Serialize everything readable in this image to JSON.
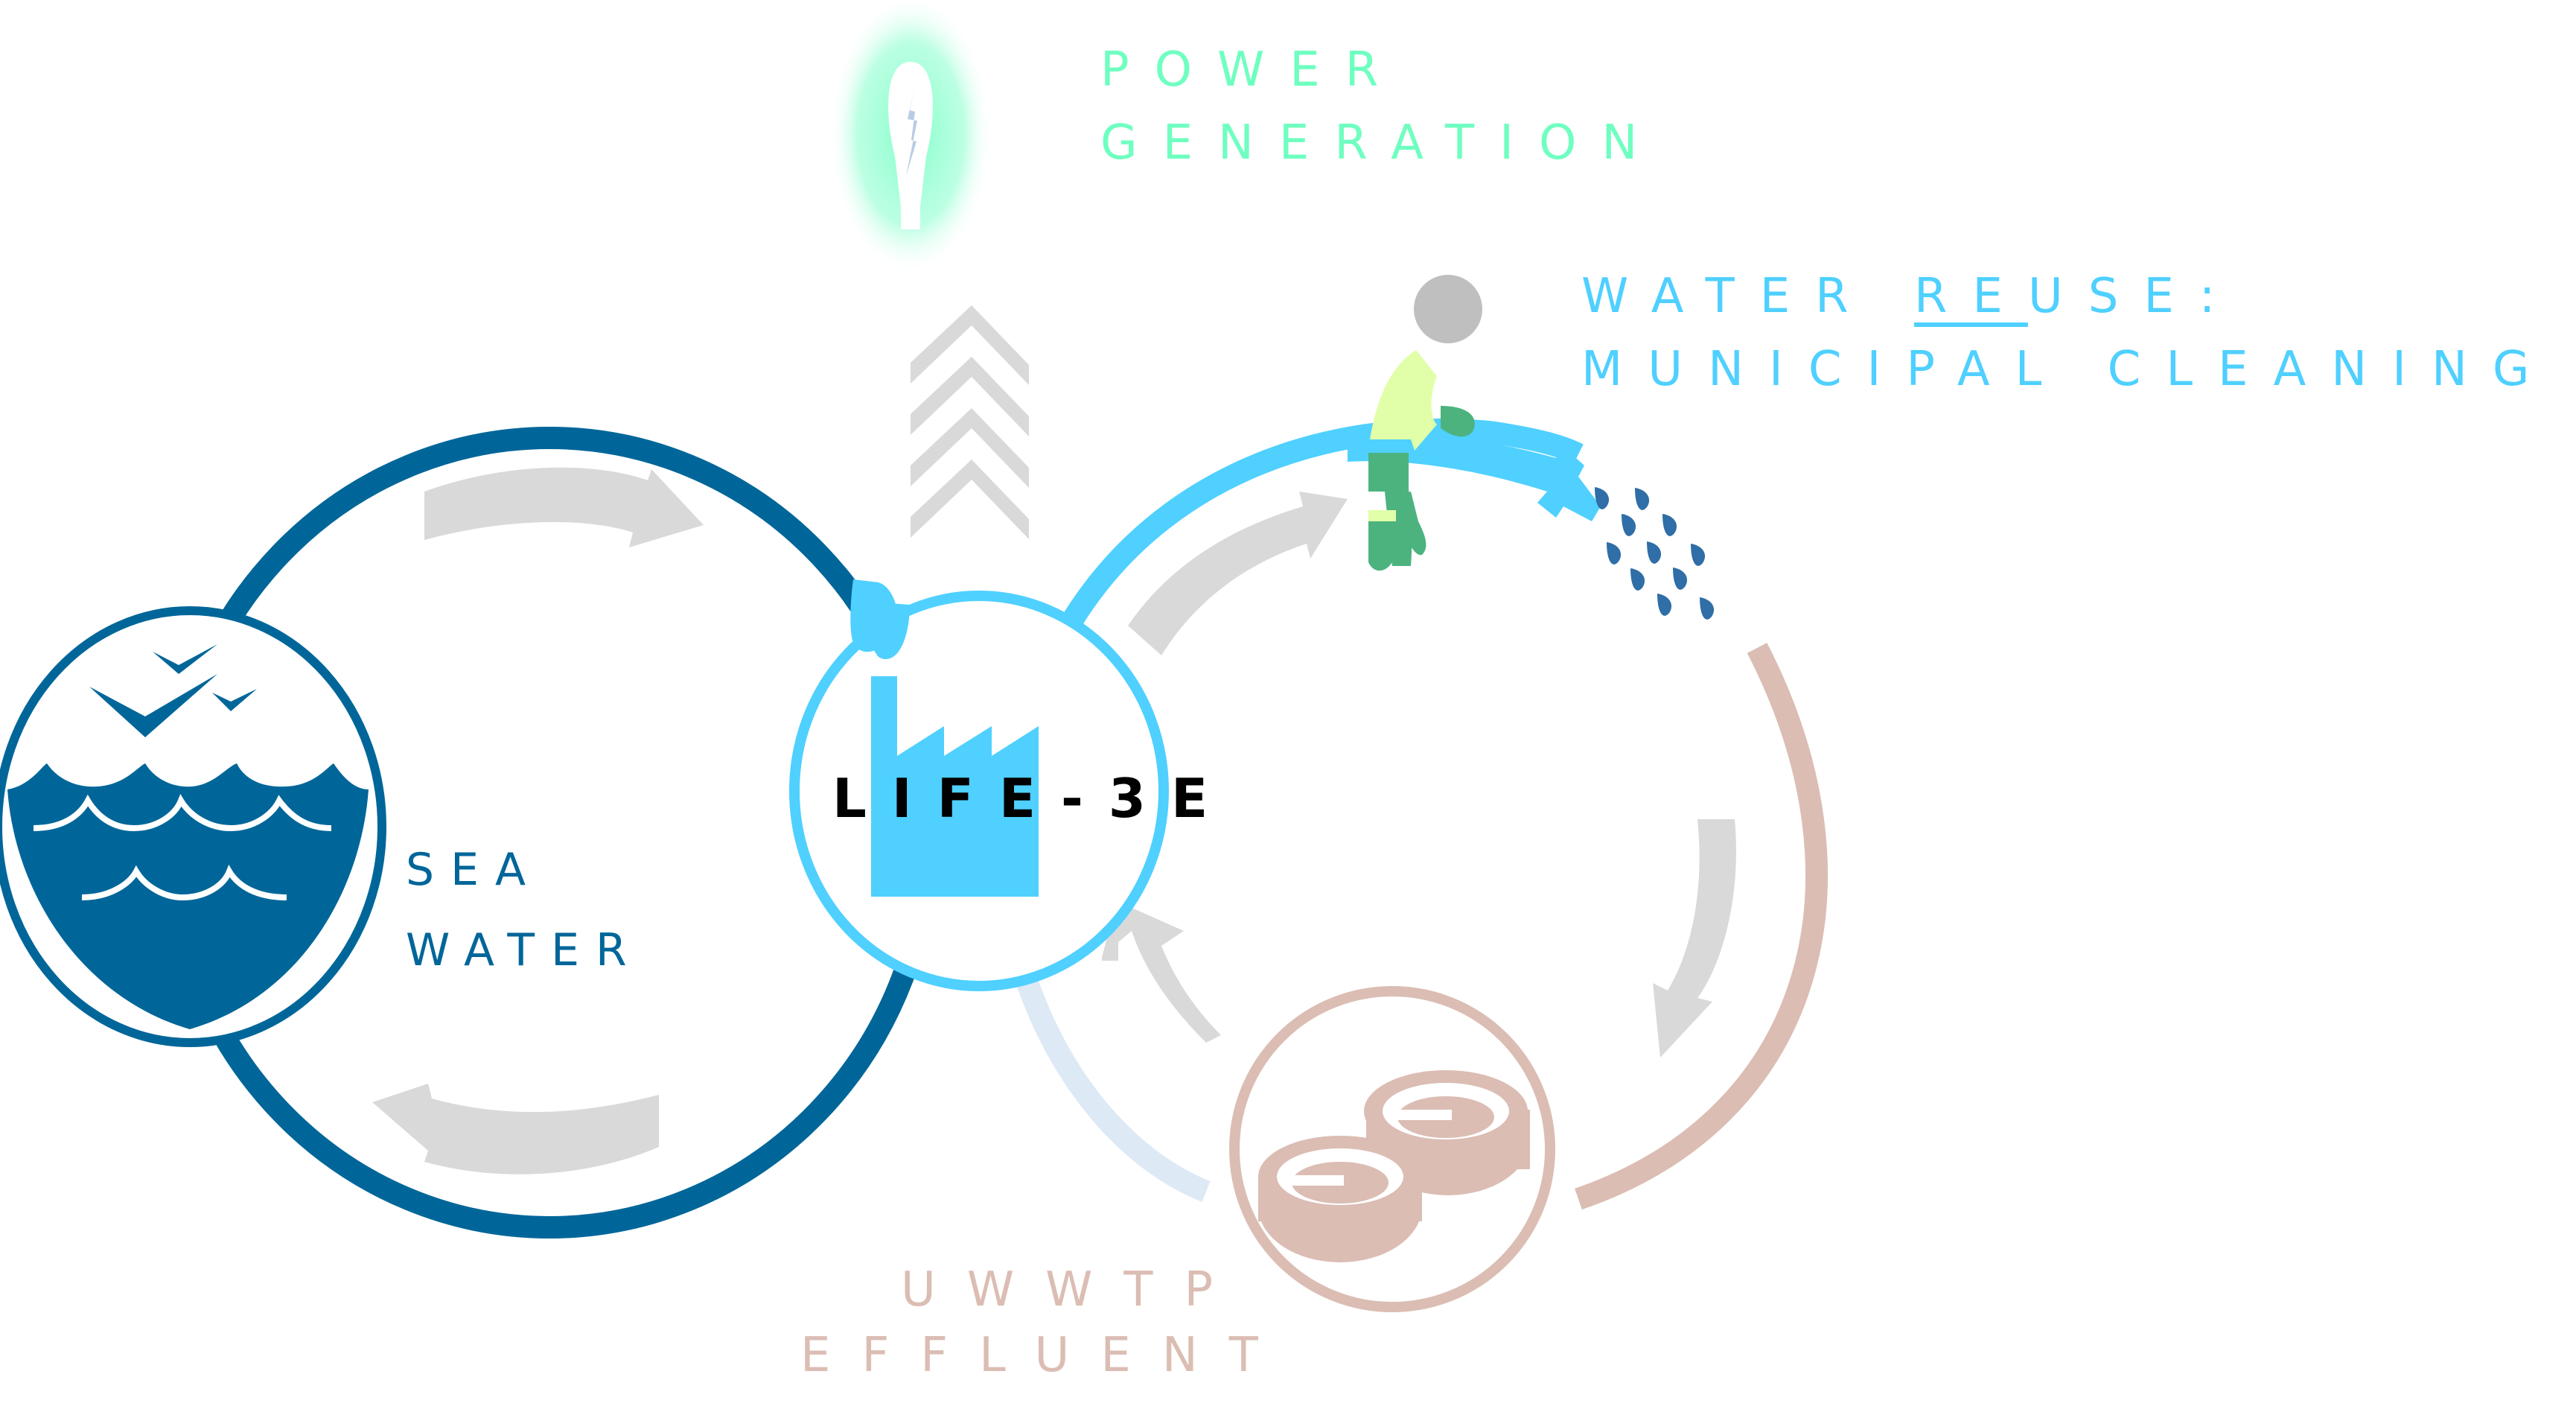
{
  "diagram": {
    "type": "process-cycle",
    "center": {
      "label": "LIFE-3E",
      "icon": "factory-with-leaves-icon"
    },
    "nodes": [
      {
        "id": "sea-water",
        "label_lines": [
          "SEA",
          "WATER"
        ],
        "icon": "sea-waves-birds-icon",
        "color": "#006699"
      },
      {
        "id": "uwwtp",
        "label_lines": [
          "UWWTP",
          "EFFLUENT"
        ],
        "icon": "wastewater-tanks-icon",
        "color": "#dbbdb3"
      },
      {
        "id": "power",
        "label_lines": [
          "POWER",
          "GENERATION"
        ],
        "icon": "lightbulb-bolt-icon",
        "color": "#6fffc0"
      },
      {
        "id": "reuse",
        "label_parts": [
          "WATER ",
          "RE",
          "USE:"
        ],
        "label_line2": "MUNICIPAL CLEANING",
        "underlined": "RE",
        "icon": "worker-hose-icon",
        "color": "#4fd0ff"
      }
    ],
    "flows": [
      {
        "from": "sea-water",
        "to": "LIFE-3E",
        "direction": "clockwise"
      },
      {
        "from": "LIFE-3E",
        "to": "sea-water",
        "direction": "clockwise"
      },
      {
        "from": "LIFE-3E",
        "to": "reuse",
        "direction": "clockwise"
      },
      {
        "from": "reuse",
        "to": "uwwtp",
        "direction": "clockwise"
      },
      {
        "from": "uwwtp",
        "to": "LIFE-3E",
        "direction": "clockwise"
      },
      {
        "from": "LIFE-3E",
        "to": "power",
        "direction": "up"
      }
    ],
    "colors": {
      "sea_loop": "#006699",
      "reuse_loop": "#4fd0ff",
      "effluent_loop": "#dbbdb3",
      "effluent_return": "#dde9f5",
      "flow_arrows": "#d9d9d9",
      "power_glow": "#6fffc0",
      "bolt": "#b8cce4",
      "worker_vest": "#e0ffa8",
      "worker_pants": "#4cb37f",
      "worker_head": "#bfbfbf",
      "droplets": "#2f6ea6"
    }
  }
}
